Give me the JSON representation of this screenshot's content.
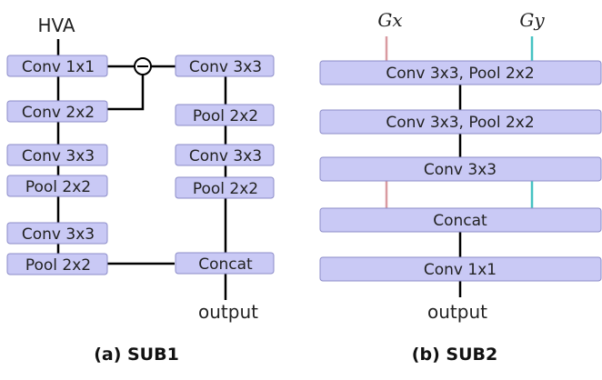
{
  "sub1": {
    "input": "HVA",
    "left_column": [
      "Conv 1x1",
      "Conv 2x2",
      "Conv 3x3",
      "Pool 2x2",
      "Conv 3x3",
      "Pool 2x2"
    ],
    "right_column": [
      "Conv 3x3",
      "Pool 2x2",
      "Conv 3x3",
      "Pool 2x2"
    ],
    "concat": "Concat",
    "output": "output",
    "caption": "(a) SUB1"
  },
  "sub2": {
    "inputs": [
      "Gx",
      "Gy"
    ],
    "blocks": [
      "Conv 3x3, Pool 2x2",
      "Conv 3x3, Pool 2x2",
      "Conv 3x3",
      "Concat",
      "Conv 1x1"
    ],
    "output": "output",
    "caption": "(b) SUB2"
  },
  "colors": {
    "box_fill": "#c9c9f5",
    "box_border": "#8c8cc8",
    "gx_line": "#d99aa0",
    "gy_line": "#46c3c3"
  }
}
